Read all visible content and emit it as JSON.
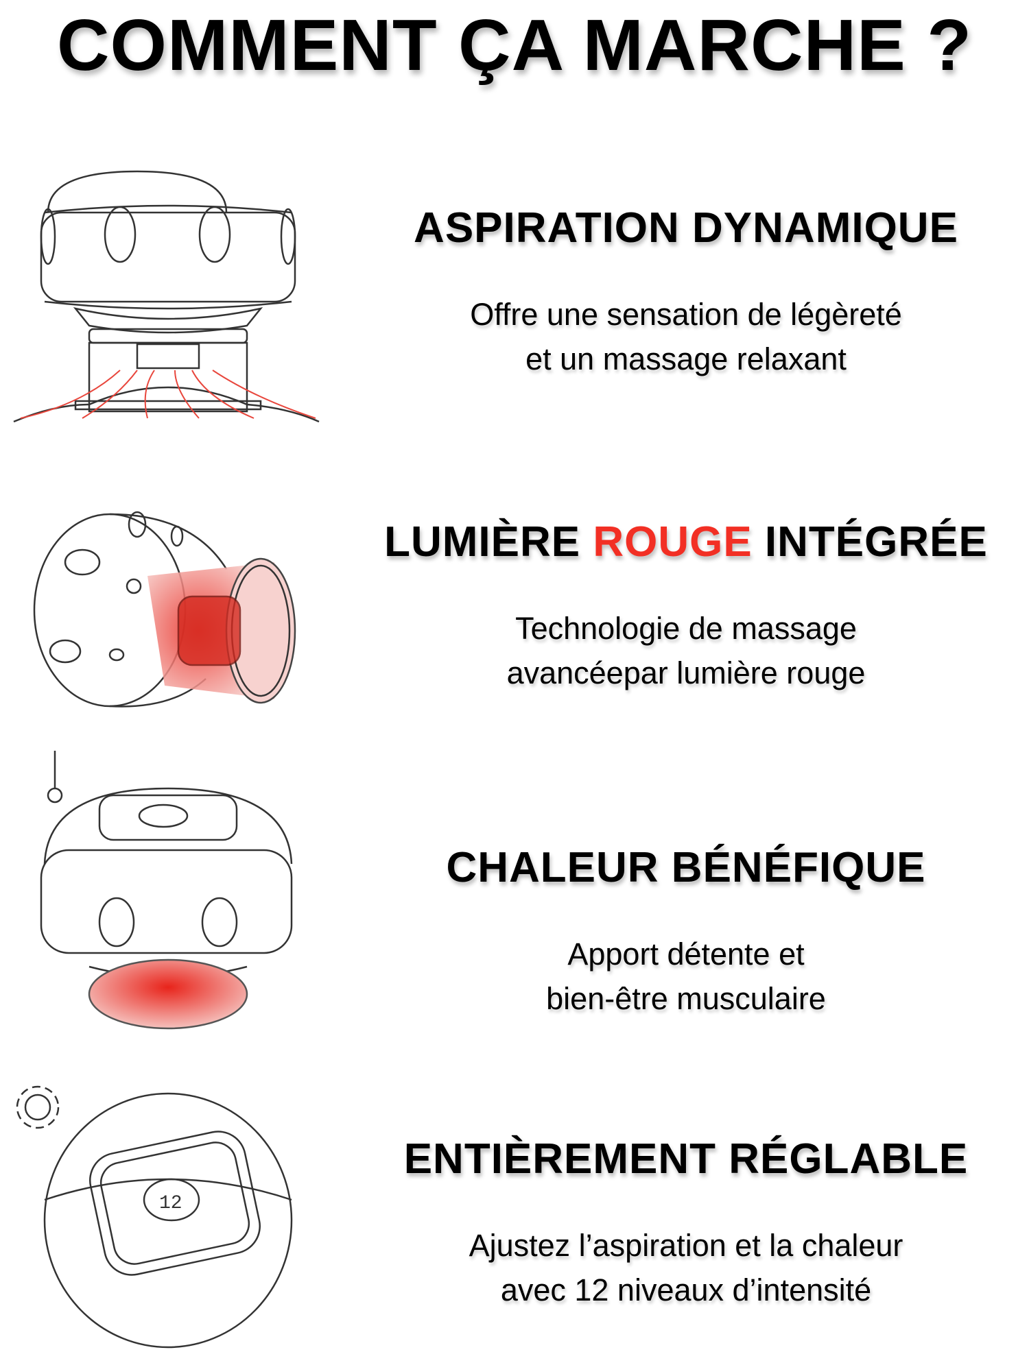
{
  "title": "COMMENT ÇA MARCHE ?",
  "accent_color": "#f22f24",
  "sections": [
    {
      "heading": "ASPIRATION DYNAMIQUE",
      "lines": [
        "Offre une sensation de légèreté",
        "et un massage relaxant"
      ],
      "icon": "suction-device-illustration"
    },
    {
      "heading_before": "LUMIÈRE ",
      "heading_highlight": "ROUGE",
      "heading_after": " INTÉGRÉE",
      "lines": [
        "Technologie de massage",
        "avancéepar lumière rouge"
      ],
      "icon": "red-light-device-illustration"
    },
    {
      "heading": "CHALEUR BÉNÉFIQUE",
      "lines": [
        "Apport détente et",
        "bien-être musculaire"
      ],
      "icon": "thermometer-icon"
    },
    {
      "heading": "ENTIÈREMENT RÉGLABLE",
      "lines": [
        "Ajustez l’aspiration et la chaleur",
        "avec 12 niveaux d’intensité"
      ],
      "icon": "gear-icon"
    }
  ]
}
